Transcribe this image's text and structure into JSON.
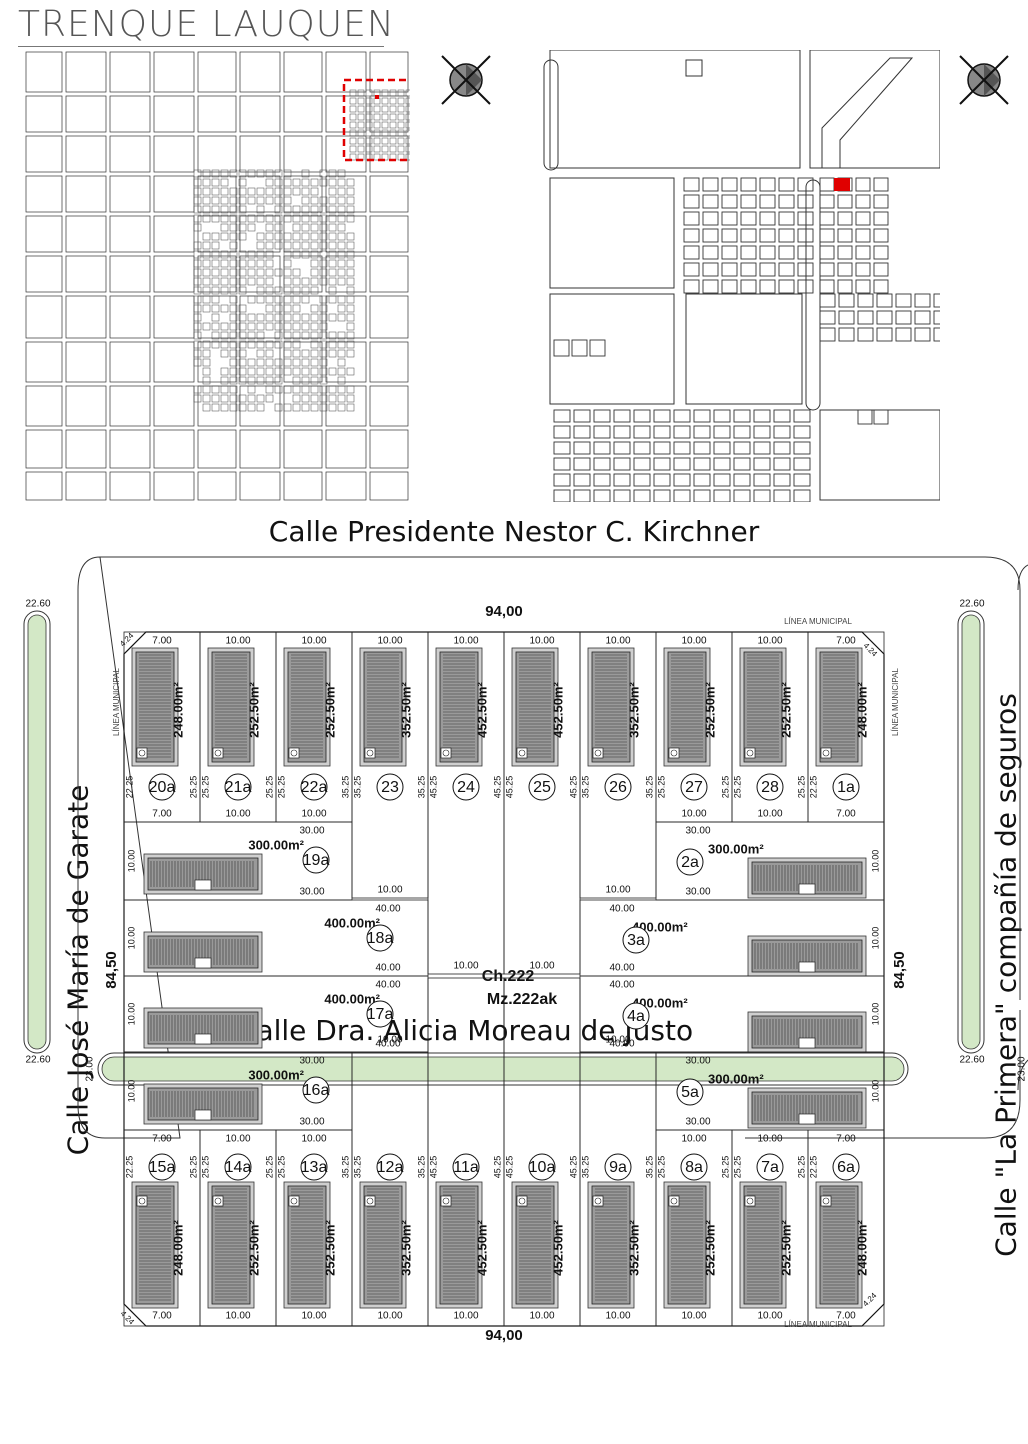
{
  "title": "TRENQUE LAUQUEN",
  "streets": {
    "top": "Calle Presidente Nestor C. Kirchner",
    "bottom": "Calle Dra. Alicia Moreau de Justo",
    "left": "Calle José María de Garate",
    "right": "Calle \"La Primera\" compañía de seguros"
  },
  "block": {
    "width_label": "94,00",
    "height_label": "84,50",
    "municipal_line": "LÍNEA MUNICIPAL",
    "chacra": "Ch.222",
    "manzana": "Mz.222ak",
    "corner_cut": "4.24"
  },
  "strip_labels": {
    "side": "22.60",
    "bottom": "23.00"
  },
  "dims": {
    "d10": "10.00",
    "d7": "7.00",
    "d30": "30.00",
    "d40": "40.00"
  },
  "top_lots": [
    {
      "id": "20a",
      "area": "248.00m²",
      "w": "7.00",
      "d": "22.25",
      "d2": "25.25"
    },
    {
      "id": "21a",
      "area": "252.50m²",
      "w": "10.00",
      "d": "25.25",
      "d2": "25.25"
    },
    {
      "id": "22a",
      "area": "252.50m²",
      "w": "10.00",
      "d": "25.25",
      "d2": "35.25"
    },
    {
      "id": "23",
      "area": "352.50m²",
      "w": "10.00",
      "d": "35.25",
      "d2": "35.25"
    },
    {
      "id": "24",
      "area": "452.50m²",
      "w": "10.00",
      "d": "45.25",
      "d2": "45.25"
    },
    {
      "id": "25",
      "area": "452.50m²",
      "w": "10.00",
      "d": "45.25",
      "d2": "45.25"
    },
    {
      "id": "26",
      "area": "352.50m²",
      "w": "10.00",
      "d": "35.25",
      "d2": "35.25"
    },
    {
      "id": "27",
      "area": "252.50m²",
      "w": "10.00",
      "d": "25.25",
      "d2": "25.25"
    },
    {
      "id": "28",
      "area": "252.50m²",
      "w": "10.00",
      "d": "25.25",
      "d2": "25.25"
    },
    {
      "id": "1a",
      "area": "248.00m²",
      "w": "7.00",
      "d": "22.25",
      "d2": ""
    }
  ],
  "bottom_lots": [
    {
      "id": "15a",
      "area": "248.00m²",
      "w": "7.00",
      "d": "22.25",
      "d2": "25.25"
    },
    {
      "id": "14a",
      "area": "252.50m²",
      "w": "10.00",
      "d": "25.25",
      "d2": "25.25"
    },
    {
      "id": "13a",
      "area": "252.50m²",
      "w": "10.00",
      "d": "25.25",
      "d2": "35.25"
    },
    {
      "id": "12a",
      "area": "352.50m²",
      "w": "10.00",
      "d": "35.25",
      "d2": "35.25"
    },
    {
      "id": "11a",
      "area": "452.50m²",
      "w": "10.00",
      "d": "45.25",
      "d2": "45.25"
    },
    {
      "id": "10a",
      "area": "452.50m²",
      "w": "10.00",
      "d": "45.25",
      "d2": "45.25"
    },
    {
      "id": "9a",
      "area": "352.50m²",
      "w": "10.00",
      "d": "35.25",
      "d2": "35.25"
    },
    {
      "id": "8a",
      "area": "252.50m²",
      "w": "10.00",
      "d": "25.25",
      "d2": "25.25"
    },
    {
      "id": "7a",
      "area": "252.50m²",
      "w": "10.00",
      "d": "25.25",
      "d2": "25.25"
    },
    {
      "id": "6a",
      "area": "248.00m²",
      "w": "7.00",
      "d": "22.25",
      "d2": ""
    }
  ],
  "left_lots": [
    {
      "id": "19a",
      "area": "300.00m²",
      "len": "30.00"
    },
    {
      "id": "18a",
      "area": "400.00m²",
      "len": "40.00"
    },
    {
      "id": "17a",
      "area": "400.00m²",
      "len": "40.00"
    },
    {
      "id": "16a",
      "area": "300.00m²",
      "len": "30.00"
    }
  ],
  "right_lots": [
    {
      "id": "2a",
      "area": "300.00m²",
      "len": "30.00"
    },
    {
      "id": "3a",
      "area": "400.00m²",
      "len": "40.00"
    },
    {
      "id": "4a",
      "area": "400.00m²",
      "len": "40.00"
    },
    {
      "id": "5a",
      "area": "300.00m²",
      "len": "30.00"
    }
  ]
}
